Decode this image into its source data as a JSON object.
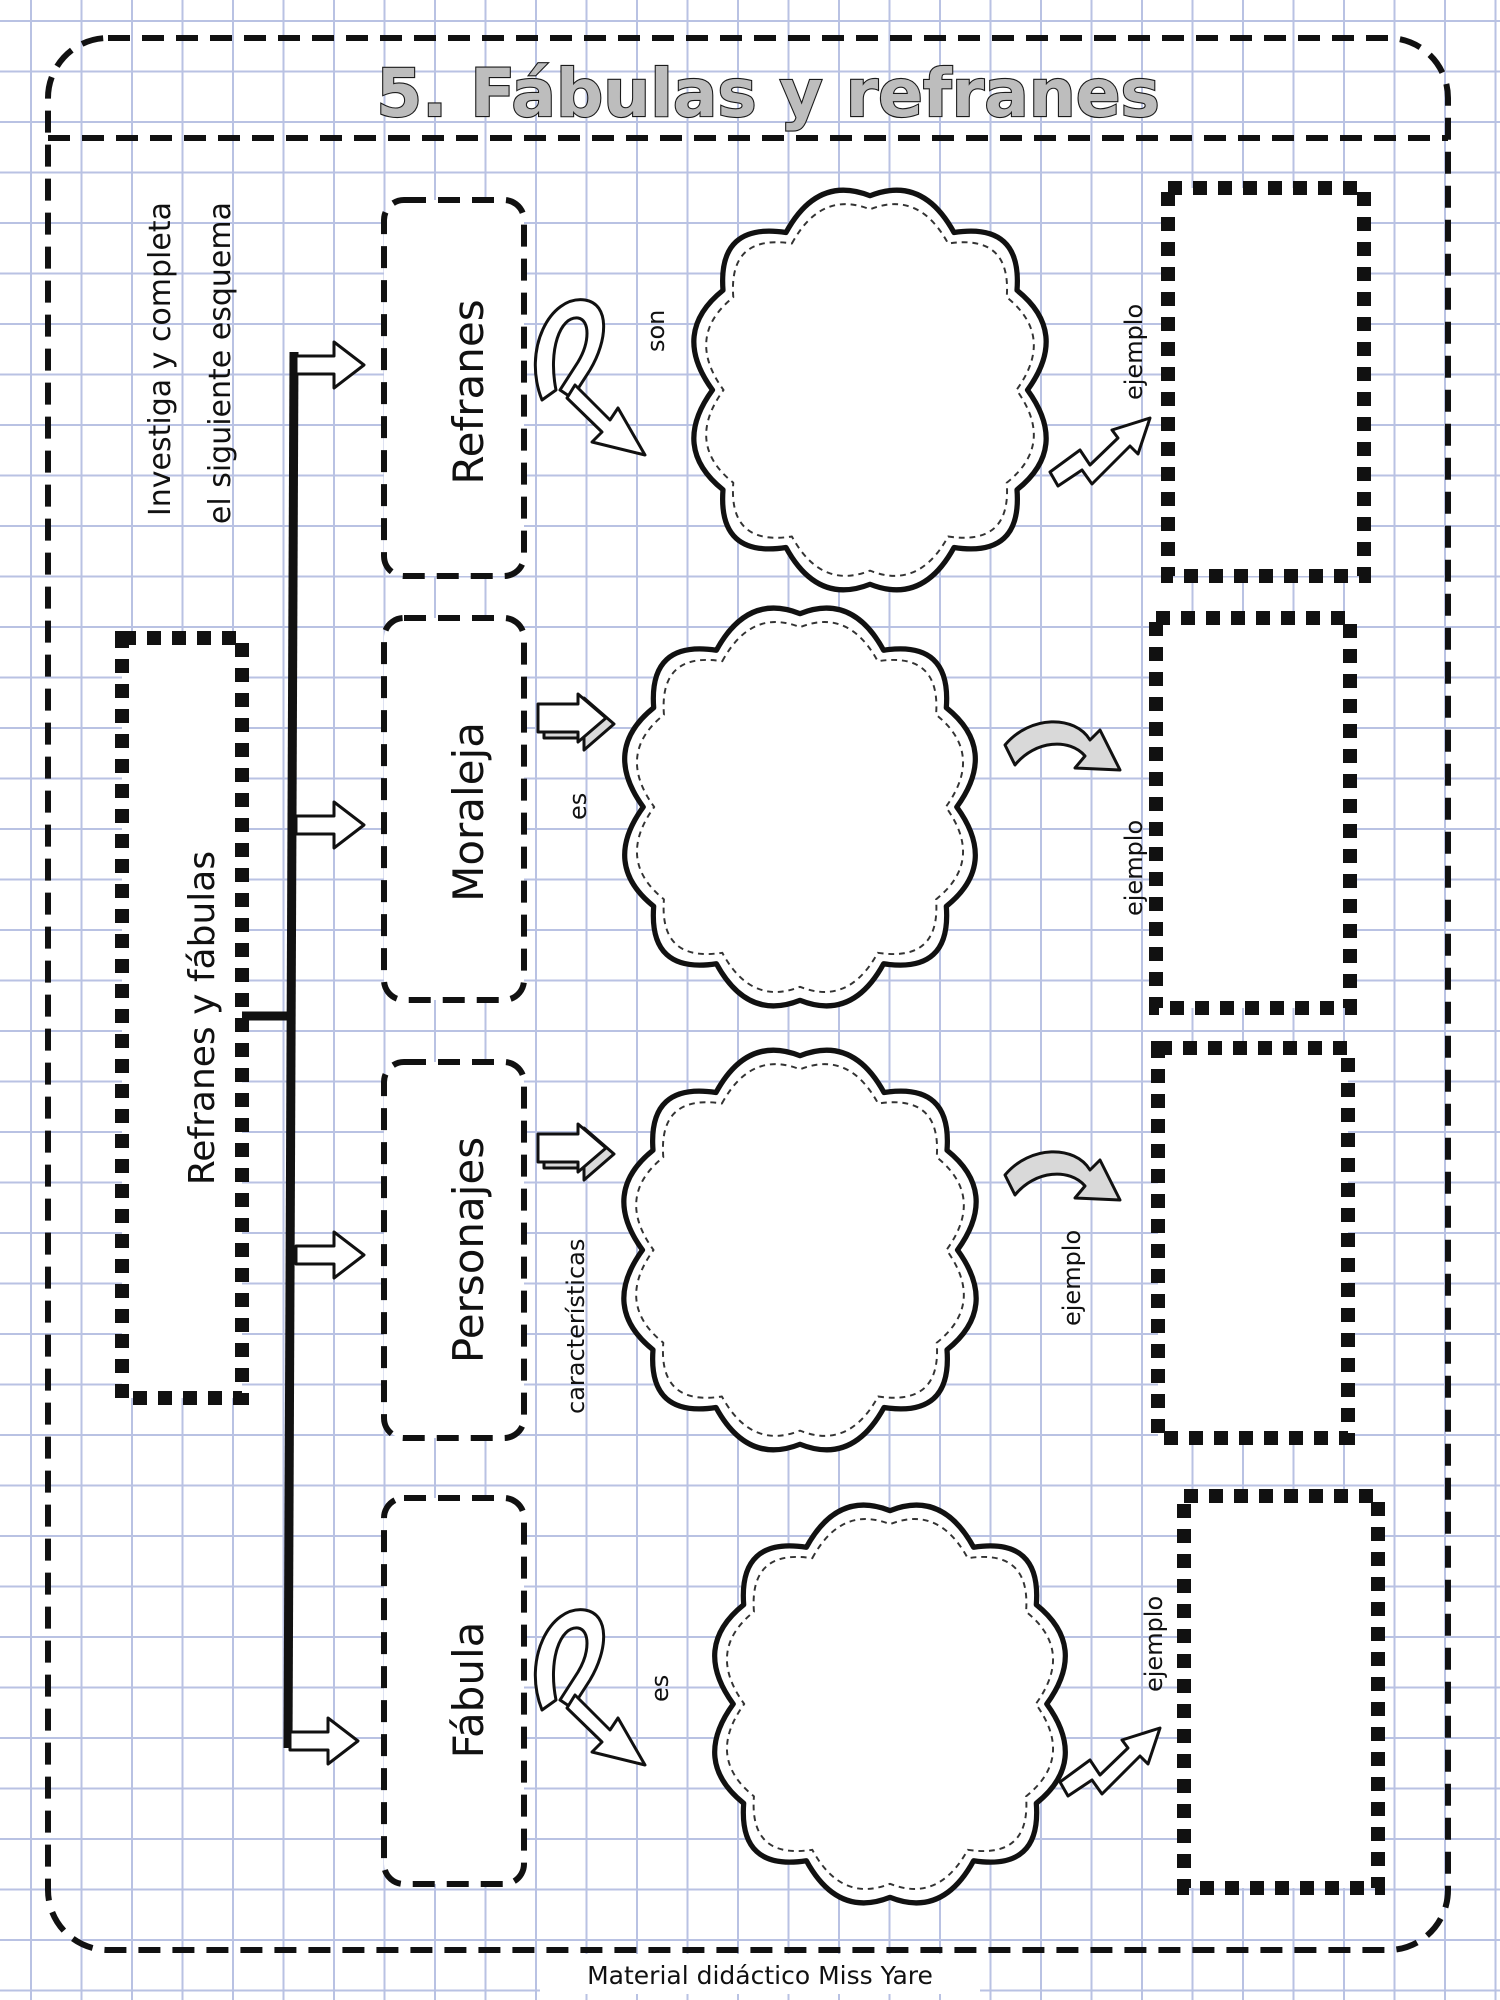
{
  "title": "5. Fábulas y refranes",
  "instruction": {
    "line1": "Investiga y completa",
    "line2": "el siguiente esquema"
  },
  "root_label": "Refranes y fábulas",
  "branches": [
    {
      "topic": "Refranes",
      "connector": "son",
      "example": "ejemplo"
    },
    {
      "topic": "Moraleja",
      "connector": "es",
      "example": "ejemplo"
    },
    {
      "topic": "Personajes",
      "connector": "características",
      "example": "ejemplo"
    },
    {
      "topic": "Fábula",
      "connector": "es",
      "example": "ejemplo"
    }
  ],
  "footer": "Material didáctico Miss Yare"
}
